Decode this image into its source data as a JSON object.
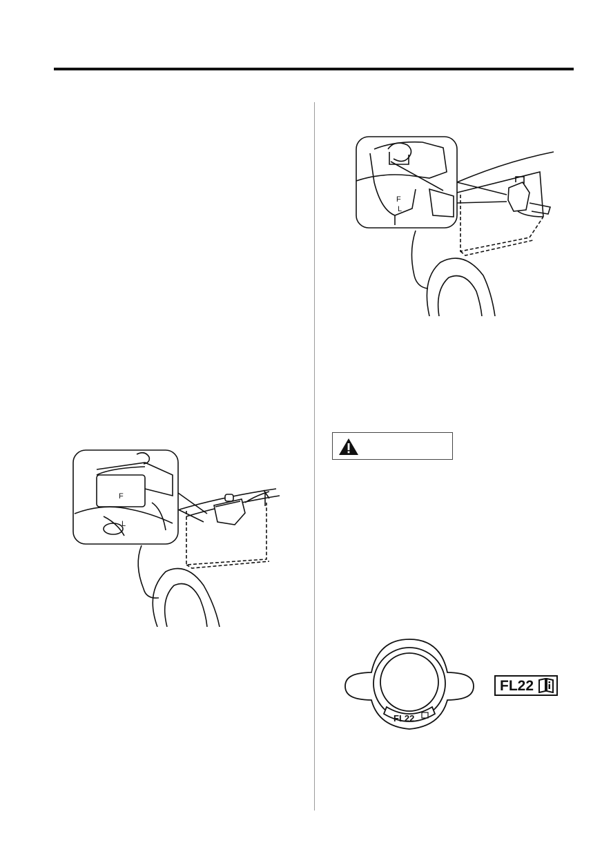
{
  "header": {
    "rule": "top-rule"
  },
  "warning": {
    "label": "",
    "icon": "warning-triangle-icon",
    "color": "#111111"
  },
  "cap_marking": {
    "label": "FL22",
    "book_icon": "owner-manual-book-icon"
  },
  "illustrations": [
    {
      "name": "reservoir-illustration-left",
      "letters": [
        "F",
        "L"
      ]
    },
    {
      "name": "reservoir-illustration-right",
      "letters": [
        "F",
        "L"
      ]
    },
    {
      "name": "radiator-cap-illustration",
      "cap_text": "FL22"
    }
  ]
}
